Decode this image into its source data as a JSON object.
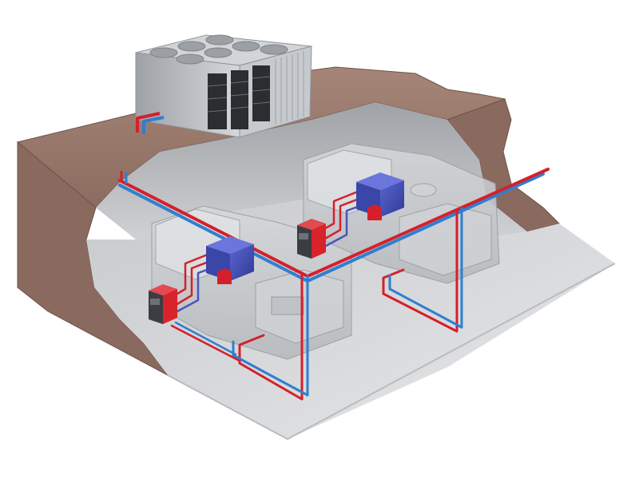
{
  "diagram": {
    "colors": {
      "background": "#ffffff",
      "ground_top": "#9b7b6e",
      "ground_side": "#8a6a5f",
      "ground_edge": "#6f5248",
      "floor": "#d9dadc",
      "cavity_wall": "#c5c7ca",
      "cooler_body": "#b9bcc0",
      "cooler_top": "#d2d5d8",
      "cooler_grille": "#2b2d31",
      "pipe_supply": "#d4202c",
      "pipe_return": "#2f7fd0",
      "machine_body": "#c9cbce",
      "chiller_unit": "#4a55b8",
      "control_unit_red": "#d8232a",
      "control_unit_dark": "#3b3d42"
    },
    "components": [
      {
        "id": "rooftop-dry-cooler",
        "icon": "cooler-icon"
      },
      {
        "id": "header-pipe",
        "icon": "pipe-icon"
      },
      {
        "id": "machine-left",
        "icon": "machine-icon"
      },
      {
        "id": "machine-right",
        "icon": "machine-icon"
      },
      {
        "id": "temp-control-unit-left",
        "icon": "control-unit-icon"
      },
      {
        "id": "temp-control-unit-right",
        "icon": "control-unit-icon"
      },
      {
        "id": "chiller-left",
        "icon": "chiller-icon"
      },
      {
        "id": "chiller-right",
        "icon": "chiller-icon"
      }
    ]
  }
}
